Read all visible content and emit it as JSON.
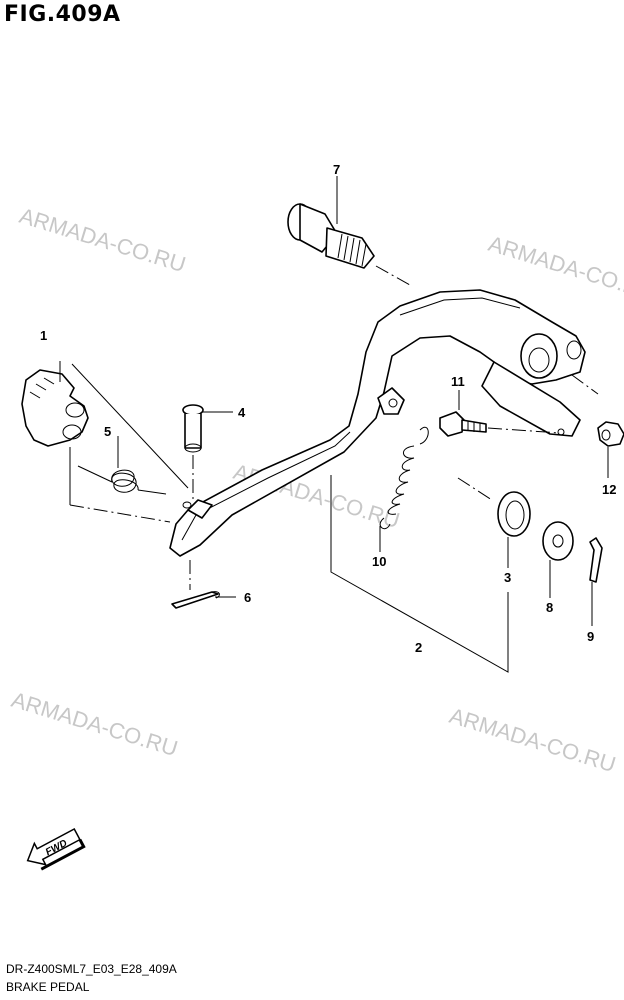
{
  "figure": {
    "title": "FIG.409A",
    "code": "DR-Z400SML7_E03_E28_409A",
    "name": "BRAKE PEDAL"
  },
  "watermark": "ARMADA-CO.RU",
  "direction_badge": "FWD",
  "callouts": [
    "1",
    "2",
    "3",
    "4",
    "5",
    "6",
    "7",
    "8",
    "9",
    "10",
    "11",
    "12"
  ]
}
